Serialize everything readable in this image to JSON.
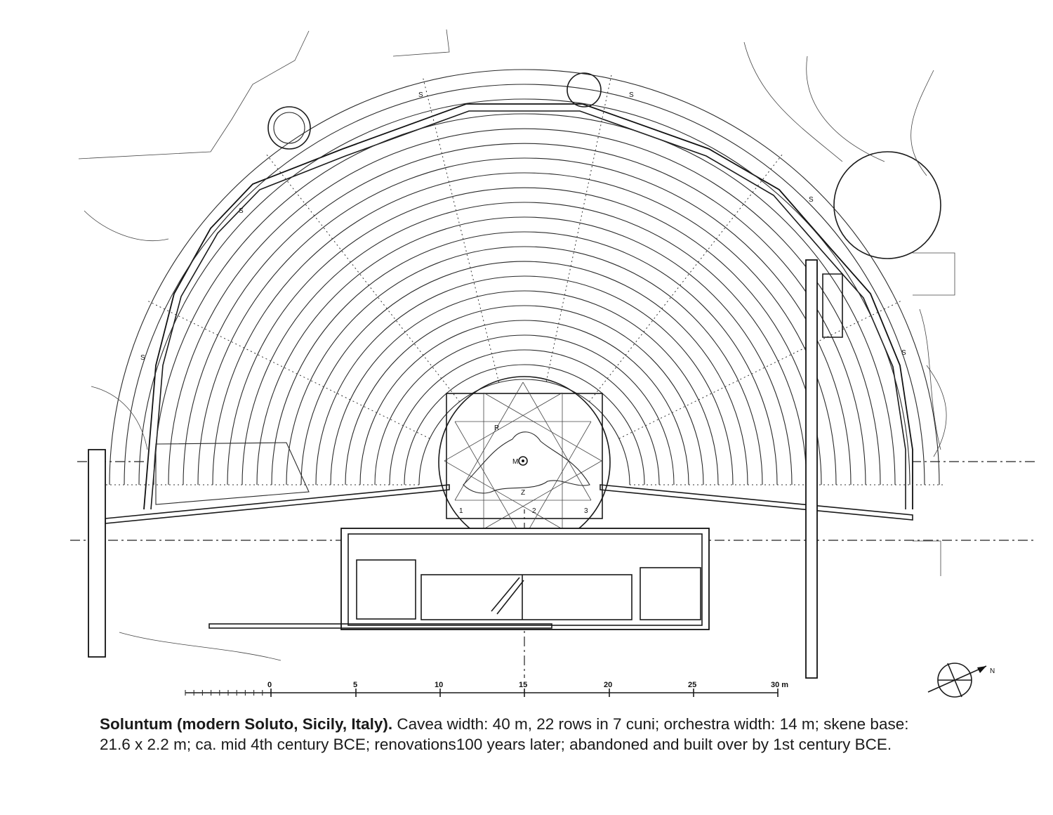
{
  "figure": {
    "scale_bar": {
      "ticks": [
        "0",
        "5",
        "10",
        "15",
        "20",
        "25",
        "30 m"
      ]
    },
    "plan_marks": [
      "S",
      "S",
      "S",
      "S",
      "S",
      "S",
      "R",
      "M",
      "Z",
      "1",
      "2",
      "3"
    ],
    "compass_label": "N"
  },
  "caption": {
    "title": "Soluntum (modern Soluto, Sicily, Italy).",
    "text": " Cavea width: 40 m, 22 rows in 7 cuni; orchestra width: 14 m; skene base: 21.6 x 2.2 m; ca. mid 4th century BCE; renovations100 years later; abandoned and built over by 1st century BCE."
  }
}
